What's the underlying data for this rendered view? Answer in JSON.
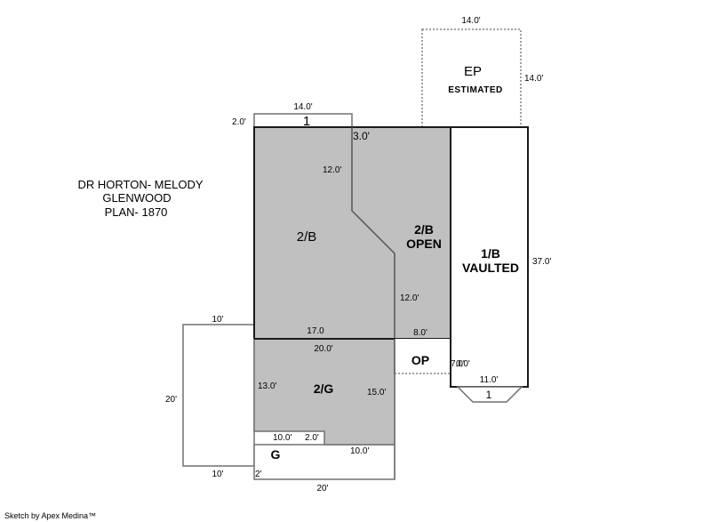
{
  "title_block": {
    "line1": "DR HORTON- MELODY",
    "line2": "GLENWOOD",
    "line3": "PLAN- 1870"
  },
  "footer": {
    "credit": "Sketch by Apex Medina™"
  },
  "colors": {
    "living_fill": "#c0c0c0",
    "open_fill": "#ffffff",
    "wall_heavy": "#1a1a1a",
    "wall_light": "#707070",
    "dashed": "#808080"
  },
  "areas": {
    "second_floor": {
      "label": "2/B"
    },
    "second_floor_open": {
      "label_line1": "2/B",
      "label_line2": "OPEN"
    },
    "first_floor_vaulted": {
      "label_line1": "1/B",
      "label_line2": "VAULTED"
    },
    "second_over_garage": {
      "label": "2/G"
    },
    "garage": {
      "label": "G"
    },
    "open_porch": {
      "label": "OP"
    },
    "enclosed_porch": {
      "label": "EP",
      "status": "ESTIMATED"
    },
    "bay_top": {
      "label": "1"
    },
    "bay_right": {
      "label": "1"
    }
  },
  "dimensions": {
    "ep_top": "14.0'",
    "ep_right": "14.0'",
    "bay_top_width": "14.0'",
    "bay_top_depth": "2.0'",
    "jog_top": "3.0'",
    "jog_upper": "12.0'",
    "open_side": "12.0'",
    "vaulted_height": "37.0'",
    "second_floor_bottom": "17.0",
    "open_bottom": "8.0'",
    "garage_upper_top": "20.0'",
    "garage_upper_left": "13.0'",
    "garage_upper_right": "15.0'",
    "garage_upper_step_left": "10.0'",
    "garage_upper_step": "2.0'",
    "garage_upper_step_right": "10.0'",
    "op_side": "7.0'",
    "op_side_overlap": "0.0'",
    "vaulted_bottom": "11.0'",
    "garage_top_left": "10'",
    "garage_left": "20'",
    "garage_bottom_left": "10'",
    "garage_step": "2'",
    "garage_bottom": "20'"
  }
}
